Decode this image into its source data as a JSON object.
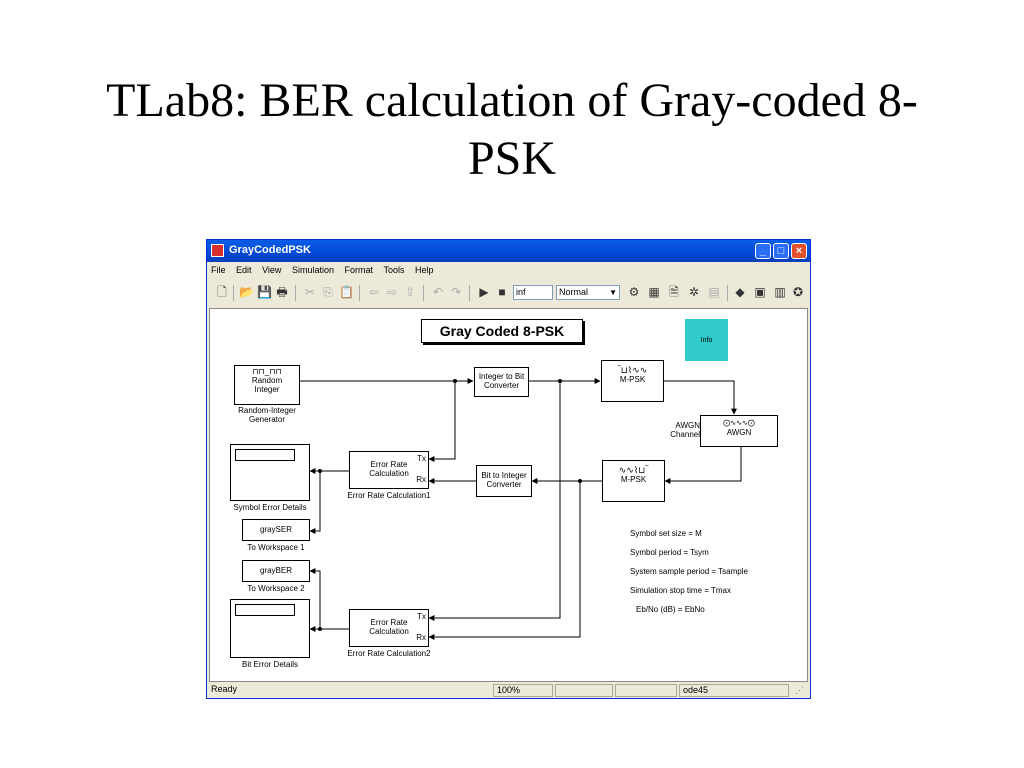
{
  "slide": {
    "title": "TLab8: BER calculation of Gray-coded 8-PSK"
  },
  "window": {
    "title": "GrayCodedPSK",
    "menu": [
      "File",
      "Edit",
      "View",
      "Simulation",
      "Format",
      "Tools",
      "Help"
    ],
    "toolbar": {
      "stop_time": "inf",
      "mode": "Normal"
    },
    "status": {
      "ready": "Ready",
      "zoom": "100%",
      "solver": "ode45"
    }
  },
  "model": {
    "heading": "Gray Coded 8-PSK",
    "info": "Info",
    "blocks": {
      "random_integer": {
        "text1": "Random",
        "text2": "Integer",
        "label1": "Random-Integer",
        "label2": "Generator"
      },
      "int_to_bit": {
        "text1": "Integer to Bit",
        "text2": "Converter"
      },
      "mpsk_mod": {
        "text": "M-PSK"
      },
      "awgn": {
        "text": "AWGN",
        "label1": "AWGN",
        "label2": "Channel"
      },
      "mpsk_demod": {
        "text": "M-PSK"
      },
      "bit_to_int": {
        "text1": "Bit to Integer",
        "text2": "Converter"
      },
      "err_rate1": {
        "text1": "Error Rate",
        "text2": "Calculation",
        "tx": "Tx",
        "rx": "Rx",
        "label": "Error Rate Calculation1"
      },
      "err_rate2": {
        "text1": "Error Rate",
        "text2": "Calculation",
        "tx": "Tx",
        "rx": "Rx",
        "label": "Error Rate Calculation2"
      },
      "symbol_display": {
        "label": "Symbol Error Details"
      },
      "bit_display": {
        "label": "Bit Error Details"
      },
      "ws1": {
        "text": "graySER",
        "label": "To Workspace 1"
      },
      "ws2": {
        "text": "grayBER",
        "label": "To Workspace 2"
      }
    },
    "params": [
      "Symbol set size = M",
      "Symbol period = Tsym",
      "System sample period = Tsample",
      "Simulation stop time = Tmax",
      "Eb/No (dB) = EbNo"
    ]
  }
}
